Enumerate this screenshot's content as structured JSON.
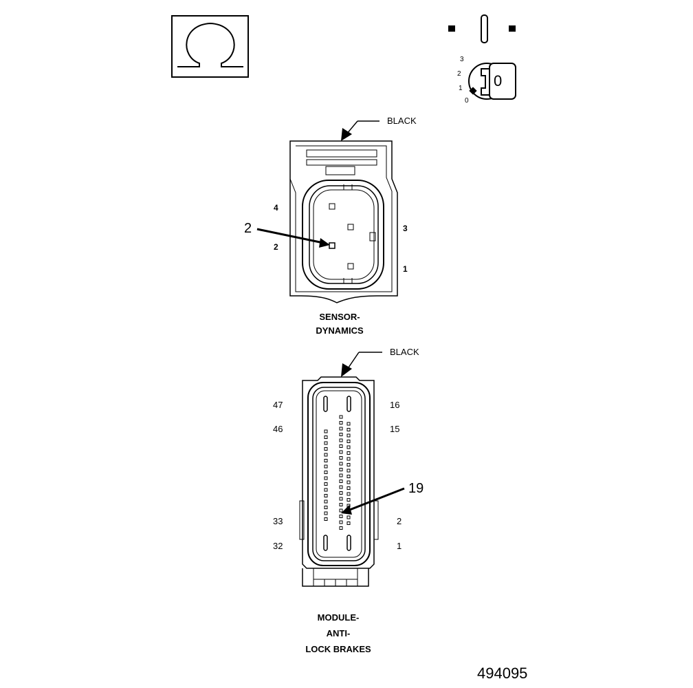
{
  "ignition_key": {
    "positions": [
      "3",
      "2",
      "1",
      "0"
    ],
    "key_symbol": "0"
  },
  "sensor_connector": {
    "color_label": "BLACK",
    "pin_labels": {
      "top_left": "4",
      "mid_left": "2",
      "mid_right": "3",
      "bottom_right": "1"
    },
    "callout": "2",
    "caption_line1": "SENSOR-",
    "caption_line2": "DYNAMICS"
  },
  "module_connector": {
    "color_label": "BLACK",
    "pin_labels": {
      "left_top": "47",
      "left_second": "46",
      "left_third": "33",
      "left_bottom": "32",
      "right_top": "16",
      "right_second": "15",
      "right_third": "2",
      "right_bottom": "1"
    },
    "callout": "19",
    "caption_line1": "MODULE-",
    "caption_line2": "ANTI-",
    "caption_line3": "LOCK BRAKES"
  },
  "figure_number": "494095"
}
